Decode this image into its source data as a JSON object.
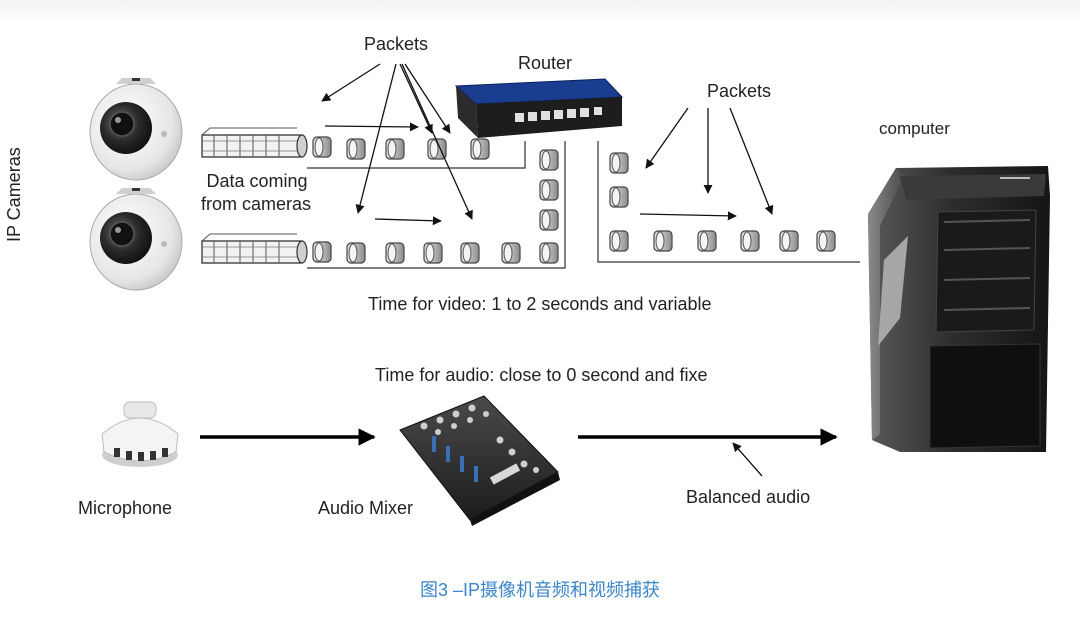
{
  "labels": {
    "ip_cameras": "IP Cameras",
    "packets_left": "Packets",
    "router": "Router",
    "packets_right": "Packets",
    "computer": "computer",
    "data_coming_line1": "Data coming",
    "data_coming_line2": "from cameras",
    "time_video": "Time for video: 1 to 2 seconds and variable",
    "time_audio": "Time for audio: close to 0 second and fixe",
    "microphone": "Microphone",
    "audio_mixer": "Audio Mixer",
    "balanced_audio": "Balanced audio"
  },
  "caption": "图3 –IP摄像机音频和视频捕获",
  "colors": {
    "caption": "#3b86c8",
    "router_blue": "#1b3d8f",
    "line": "#333333"
  }
}
